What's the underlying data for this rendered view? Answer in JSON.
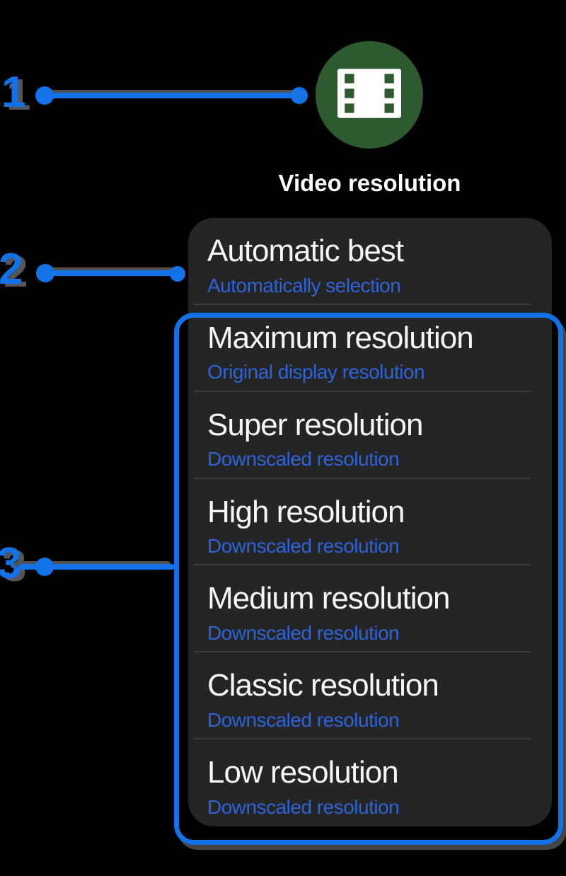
{
  "header": {
    "title": "Video resolution"
  },
  "icon": {
    "name": "film-icon"
  },
  "panel": {
    "rows": [
      {
        "title": "Automatic best",
        "subtitle": "Automatically selection"
      },
      {
        "title": "Maximum resolution",
        "subtitle": "Original display resolution"
      },
      {
        "title": "Super resolution",
        "subtitle": "Downscaled resolution"
      },
      {
        "title": "High resolution",
        "subtitle": "Downscaled resolution"
      },
      {
        "title": "Medium resolution",
        "subtitle": "Downscaled resolution"
      },
      {
        "title": "Classic resolution",
        "subtitle": "Downscaled resolution"
      },
      {
        "title": "Low resolution",
        "subtitle": "Downscaled resolution"
      }
    ]
  },
  "annotations": {
    "labels": [
      {
        "text": "1"
      },
      {
        "text": "2"
      },
      {
        "text": "3"
      }
    ]
  },
  "colors": {
    "background": "#000000",
    "panel_bg": "#252525",
    "row_title": "#F5F5F5",
    "subtitle_blue": "#2D63D9",
    "header_text": "#FFFFFF",
    "annotation_blue": "#1372E8",
    "annotation_shadow": "#55555A",
    "divider": "#3A3A3A",
    "icon_bg": "#2D5A2F",
    "icon_fg": "#FFFFFF"
  }
}
